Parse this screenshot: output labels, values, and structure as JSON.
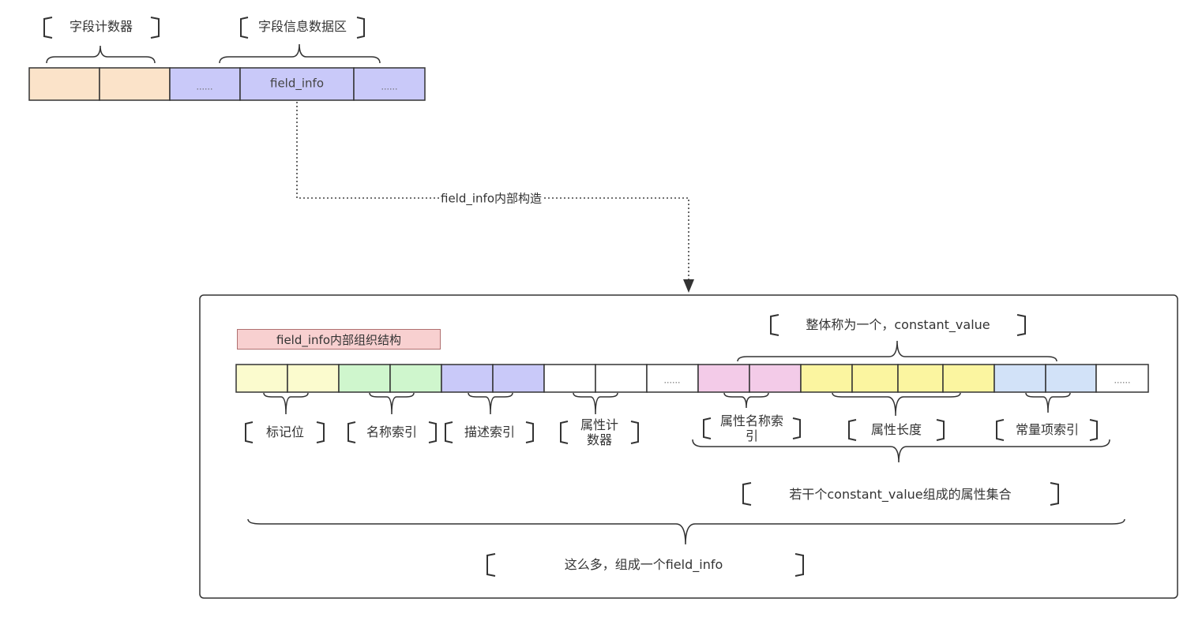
{
  "top": {
    "counter_label": "字段计数器",
    "data_area_label": "字段信息数据区",
    "dots_left": "......",
    "field_info_cell": "field_info",
    "dots_right": "......"
  },
  "connector": {
    "label": "field_info内部构造"
  },
  "panel": {
    "title": "field_info内部组织结构",
    "constant_value_label": "整体称为一个，constant_value",
    "row_dots_1": "......",
    "row_dots_2": "......",
    "labels": {
      "access_flags": "标记位",
      "name_index": "名称索引",
      "descriptor_index": "描述索引",
      "attr_count": "属性计\n数器",
      "attr_name_index": "属性名称索\n引",
      "attr_length": "属性长度",
      "const_index": "常量项索引"
    },
    "attr_set_label": "若干个constant_value组成的属性集合",
    "whole_label": "这么多，组成一个field_info"
  },
  "colors": {
    "peach": "#fbe3c9",
    "lavender": "#c9c9f9",
    "light_yellow": "#fbfbce",
    "light_green": "#cff6cd",
    "pink": "#f3cbe8",
    "yellow": "#fbf5a0",
    "light_blue": "#d2e2f8",
    "title_tag": "#f8d0d0",
    "stroke": "#333333"
  }
}
